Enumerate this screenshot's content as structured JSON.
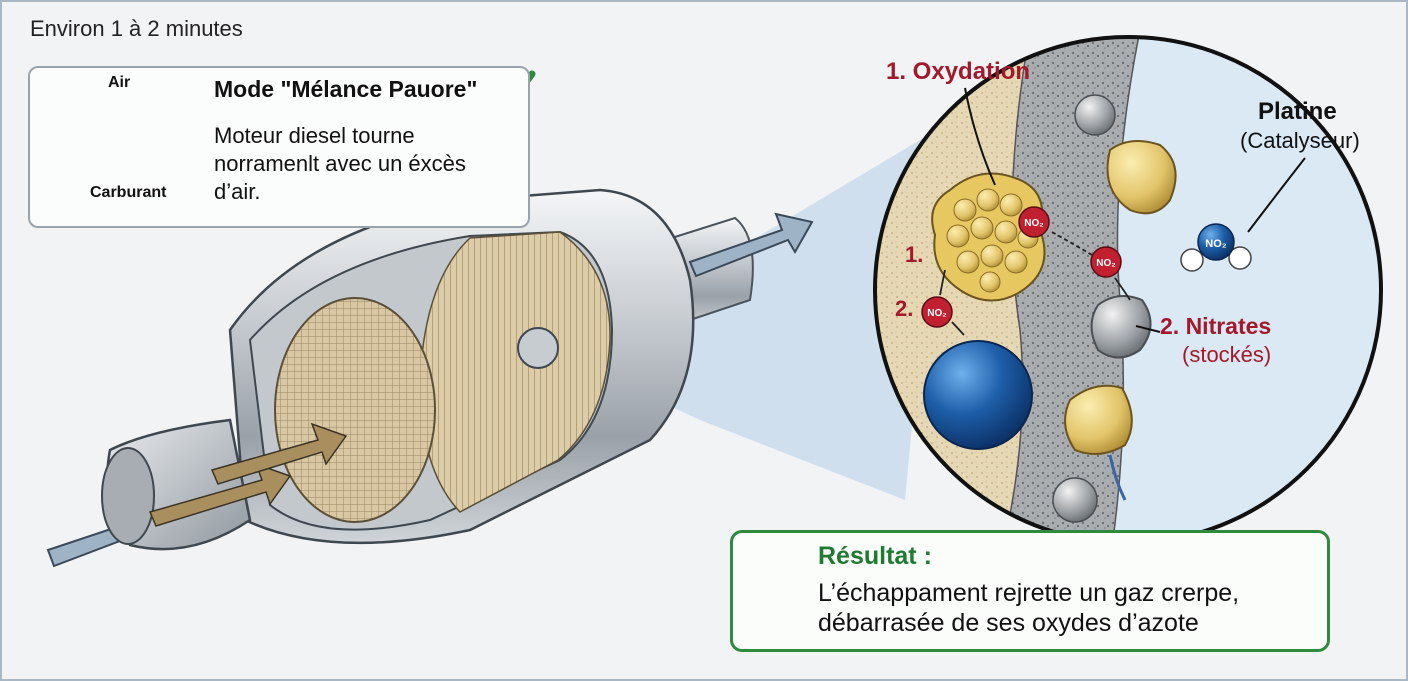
{
  "header": {
    "time_label": "Environ 1 à 2 minutes"
  },
  "mode_box": {
    "title": "Mode \"Mélance Pauore\"",
    "description": "Moteur diesel tourne norramenlt avec un éxcès d’air.",
    "label_air": "Air",
    "label_fuel": "Carburant"
  },
  "zoom": {
    "oxidation_label": "1. Oxydation",
    "step1_label": "1.",
    "step2_label": "2.",
    "platinum_label": "Platine",
    "catalyst_label": "(Catalyseur)",
    "nitrates_label": "2. Nitrates",
    "stored_label": "(stockés)",
    "molecule_labels": [
      "NO₂",
      "NO₂",
      "NO₂",
      "NO₂"
    ]
  },
  "result": {
    "title": "Résultat :",
    "text": "L’échappament rejrette un gaz crerpe, débarrasée de ses oxydes d’azote"
  },
  "colors": {
    "accent_red": "#a3192b",
    "accent_green": "#2e8b3d",
    "arrow_teal": "#1e9c9a",
    "platinum_blue": "#1d5ea8"
  },
  "icons": [
    "check-icon",
    "engine-icon",
    "flow-arrow-icon",
    "result-arrow-up-icon"
  ]
}
